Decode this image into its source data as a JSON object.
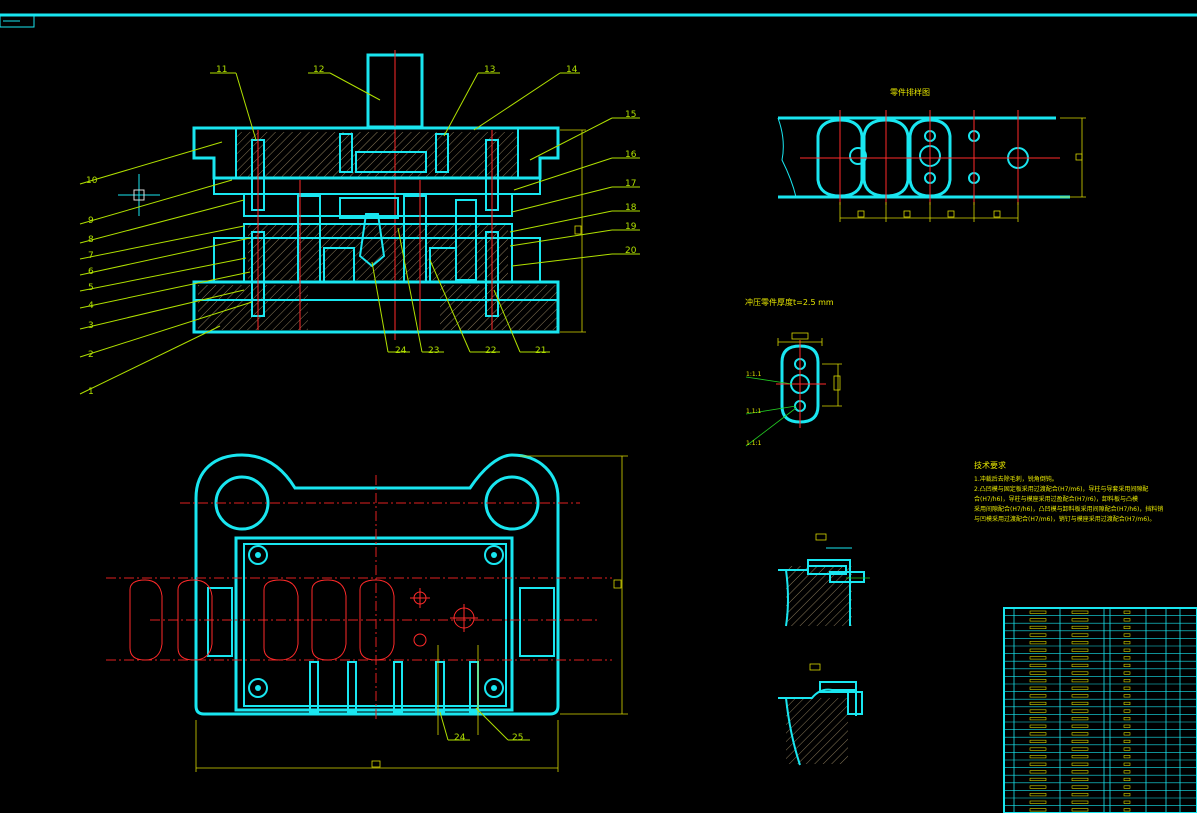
{
  "colors": {
    "background": "#000000",
    "outline": "#19e6f0",
    "centerline": "#ff2a2a",
    "leader": "#b0e000",
    "dimension": "#d8d800"
  },
  "labels": {
    "p1": "1",
    "p2": "2",
    "p3": "3",
    "p4": "4",
    "p5": "5",
    "p6": "6",
    "p7": "7",
    "p8": "8",
    "p9": "9",
    "p10": "10",
    "p11": "11",
    "p12": "12",
    "p13": "13",
    "p14": "14",
    "p15": "15",
    "p16": "16",
    "p17": "17",
    "p18": "18",
    "p19": "19",
    "p20": "20",
    "p21": "21",
    "p22": "22",
    "p23": "23",
    "p24": "24",
    "p24b": "24",
    "p25": "25"
  },
  "titles": {
    "strip_layout": "零件排样图",
    "part_thickness": "冲压零件厚度t=2.5 mm"
  },
  "tech_requirements": {
    "heading": "技术要求",
    "lines": [
      "1.冲裁后去除毛刺，锐角倒钝。",
      "2.凸凹模与固定板采用过渡配合(H7/m6)，导柱与导套采用间隙配",
      "合(H7/h6)，导柱与模座采用过盈配合(H7/r6)，卸料板与凸模",
      "采用间隙配合(H7/h6)，凸凹模与卸料板采用间隙配合(H7/h6)，挡料销",
      "与凹模采用过渡配合(H7/m6)，销钉与模座采用过渡配合(H7/m6)。"
    ]
  },
  "part_view_notes": {
    "n1": "1:1.1",
    "n2": "1.1:1",
    "n3": "1.1:1"
  }
}
